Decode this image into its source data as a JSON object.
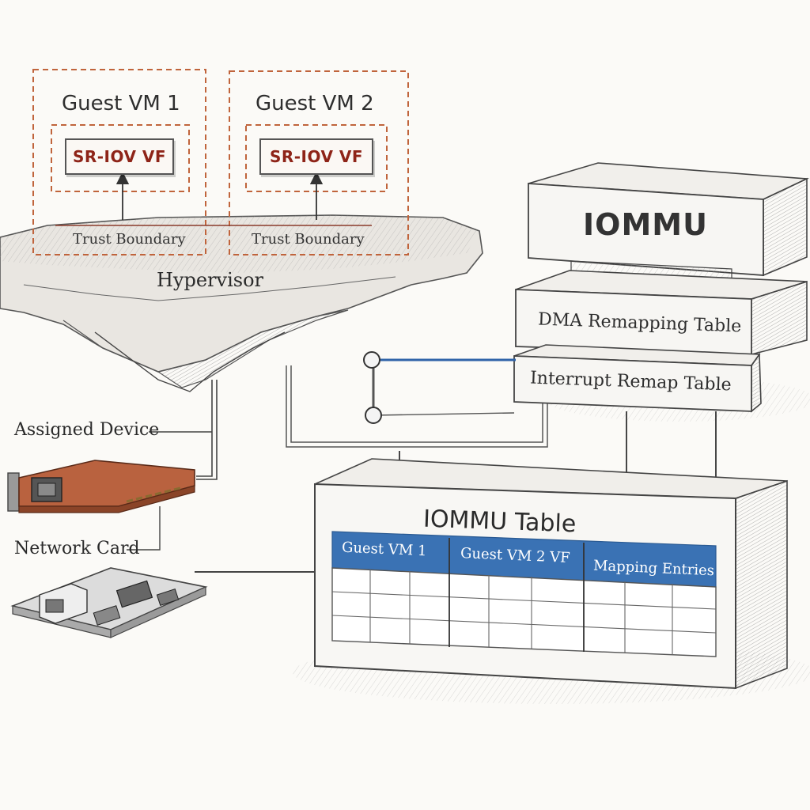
{
  "guest_vms": [
    {
      "title": "Guest VM 1",
      "vf_label": "SR-IOV VF",
      "boundary_label": "Trust Boundary"
    },
    {
      "title": "Guest VM 2",
      "vf_label": "SR-IOV VF",
      "boundary_label": "Trust Boundary"
    }
  ],
  "hypervisor": {
    "label": "Hypervisor"
  },
  "devices": {
    "assigned_label": "Assigned Device",
    "network_label": "Network Card"
  },
  "iommu": {
    "label": "IOMMU",
    "dma_table_label": "DMA Remapping Table",
    "interrupt_table_label": "Interrupt Remap Table"
  },
  "iommu_table": {
    "title": "IOMMU Table",
    "columns": [
      "Guest VM 1",
      "Guest VM 2 VF",
      "Mapping Entries"
    ]
  },
  "colors": {
    "boundary": "#c0643c",
    "vf_text": "#8e2418",
    "header_blue": "#3a72b4",
    "link_blue": "#2f63a8",
    "card_copper": "#b9623f"
  }
}
